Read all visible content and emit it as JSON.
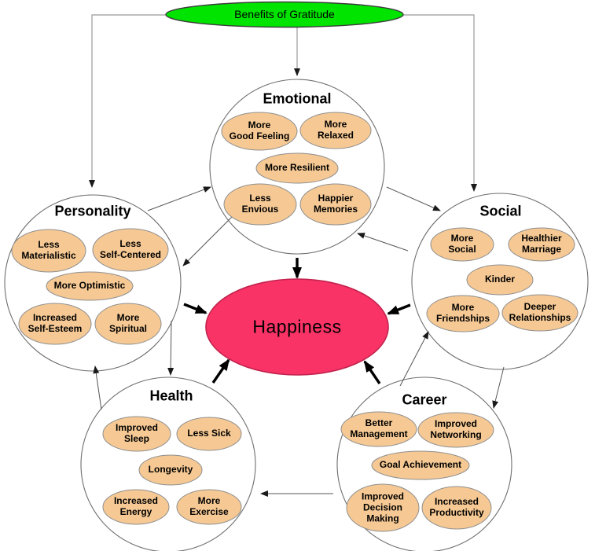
{
  "diagram": {
    "title": "Benefits of Gratitude",
    "center": "Happiness"
  },
  "colors": {
    "title_fill": "#00e400",
    "center_fill": "#fa3366",
    "center_stroke": "#c2234e",
    "node_fill": "#f6c994",
    "node_stroke": "#8f8f8f",
    "circle_stroke": "#6e6e6e"
  },
  "groups": [
    {
      "label": "Emotional",
      "items": [
        "More\nGood Feeling",
        "More\nRelaxed",
        "More Resilient",
        "Less\nEnvious",
        "Happier\nMemories"
      ]
    },
    {
      "label": "Personality",
      "items": [
        "Less\nMaterialistic",
        "Less\nSelf-Centered",
        "More Optimistic",
        "Increased\nSelf-Esteem",
        "More\nSpiritual"
      ]
    },
    {
      "label": "Social",
      "items": [
        "More\nSocial",
        "Healthier\nMarriage",
        "Kinder",
        "More\nFriendships",
        "Deeper\nRelationships"
      ]
    },
    {
      "label": "Health",
      "items": [
        "Improved\nSleep",
        "Less Sick",
        "Longevity",
        "Increased\nEnergy",
        "More\nExercise"
      ]
    },
    {
      "label": "Career",
      "items": [
        "Better\nManagement",
        "Improved\nNetworking",
        "Goal Achievement",
        "Improved\nDecision\nMaking",
        "Increased\nProductivity"
      ]
    }
  ]
}
